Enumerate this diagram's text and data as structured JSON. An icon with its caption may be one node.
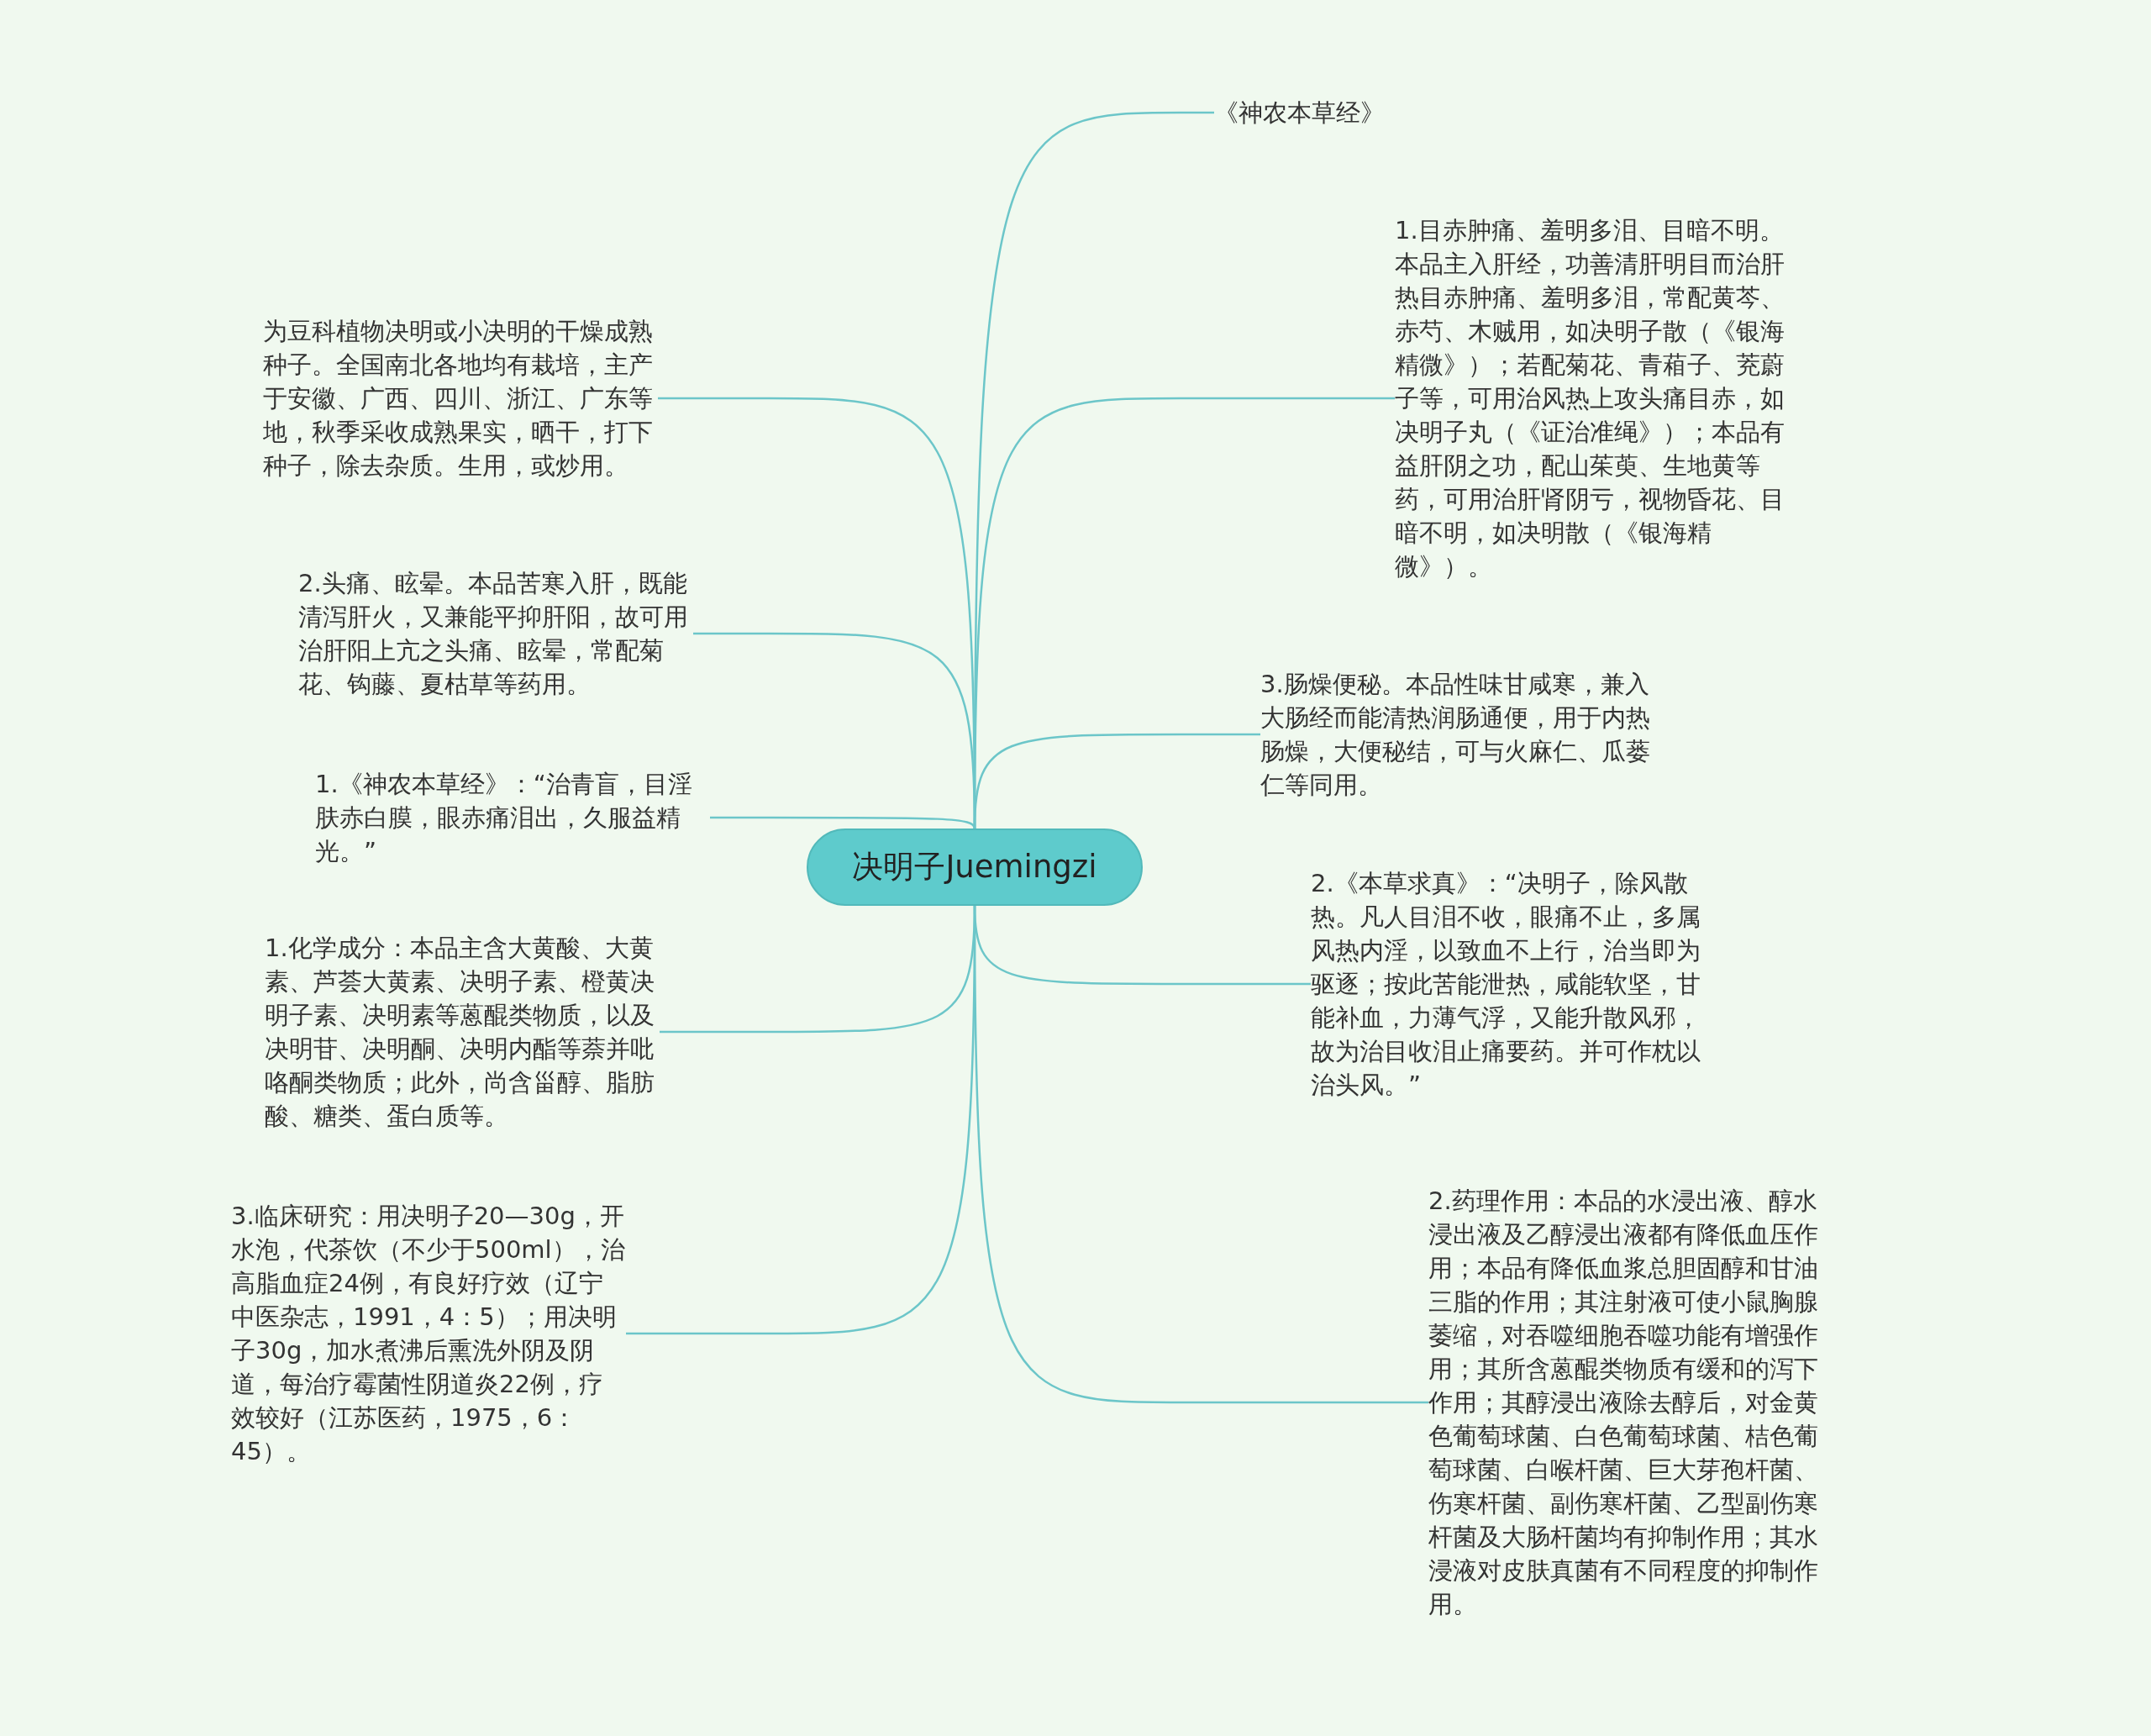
{
  "diagram": {
    "nodes": [
      {
        "text": [
          "决明子Juemingzi"
        ]
      },
      {
        "text": [
          "《神农本草经》"
        ]
      },
      {
        "text": [
          "1.目赤肿痛、羞明多泪、目暗不明。本品主入肝经，功善清肝明目而治肝热目赤肿痛、羞明多泪，常配黄芩、赤芍、木贼用，如决明子散（《银海精微》）；若配菊花、青葙子、茺蔚子等，可用治风热上攻头痛目赤，如决明子丸（《证治准绳》）；本品有益肝阴之功，配山茱萸、生地黄等药，可用治肝肾阴亏，视物昏花、目暗不明，如决明散（《银海精微》）。"
        ]
      },
      {
        "text": [
          "3.肠燥便秘。本品性味甘咸寒，兼入大肠经而能清热润肠通便，用于内热肠燥，大便秘结，可与火麻仁、瓜蒌仁等同用。"
        ]
      },
      {
        "text": [
          "2.《本草求真》：“决明子，除风散热。凡人目泪不收，眼痛不止，多属风热内淫，以致血不上行，治当即为驱逐；按此苦能泄热，咸能软坚，甘能补血，力薄气浮，又能升散风邪，故为治目收泪止痛要药。并可作枕以治头风。”"
        ]
      },
      {
        "text": [
          "2.药理作用：本品的水浸出液、醇水浸出液及乙醇浸出液都有降低血压作用；本品有降低血浆总胆固醇和甘油三脂的作用；其注射液可使小鼠胸腺萎缩，对吞噬细胞吞噬功能有增强作用；其所含蒽醌类物质有缓和的泻下作用；其醇浸出液除去醇后，对金黄色葡萄球菌、白色葡萄球菌、桔色葡萄球菌、白喉杆菌、巨大芽孢杆菌、伤寒杆菌、副伤寒杆菌、乙型副伤寒杆菌及大肠杆菌均有抑制作用；其水浸液对皮肤真菌有不同程度的抑制作用。"
        ]
      },
      {
        "text": [
          "为豆科植物决明或小决明的干燥成熟种子。全国南北各地均有栽培，主产于安徽、广西、四川、浙江、广东等地，秋季采收成熟果实，晒干，打下种子，除去杂质。生用，或炒用。"
        ]
      },
      {
        "text": [
          "2.头痛、眩晕。本品苦寒入肝，既能清泻肝火，又兼能平抑肝阳，故可用治肝阳上亢之头痛、眩晕，常配菊花、钩藤、夏枯草等药用。"
        ]
      },
      {
        "text": [
          "1.《神农本草经》：“治青盲，目淫肤赤白膜，眼赤痛泪出，久服益精光。”"
        ]
      },
      {
        "text": [
          "1.化学成分：本品主含大黄酸、大黄素、芦荟大黄素、决明子素、橙黄决明子素、决明素等蒽醌类物质，以及决明苷、决明酮、决明内酯等萘并吡咯酮类物质；此外，尚含甾醇、脂肪酸、糖类、蛋白质等。"
        ]
      },
      {
        "text": [
          "3.临床研究：用决明子20—30g，开水泡，代茶饮（不少于500ml），治高脂血症24例，有良好疗效（辽宁中医杂志，1991，4：5）；用决明子30g，加水煮沸后熏洗外阴及阴道，每治疗霉菌性阴道炎22例，疗效较好（江苏医药，1975，6：45）。"
        ]
      }
    ],
    "edges": [
      {
        "from": 0,
        "to": 1,
        "arrow": "none"
      },
      {
        "from": 0,
        "to": 2,
        "arrow": "none"
      },
      {
        "from": 0,
        "to": 3,
        "arrow": "none"
      },
      {
        "from": 0,
        "to": 4,
        "arrow": "none"
      },
      {
        "from": 0,
        "to": 5,
        "arrow": "none"
      },
      {
        "from": 0,
        "to": 6,
        "arrow": "none"
      },
      {
        "from": 0,
        "to": 7,
        "arrow": "none"
      },
      {
        "from": 0,
        "to": 8,
        "arrow": "none"
      },
      {
        "from": 0,
        "to": 9,
        "arrow": "none"
      },
      {
        "from": 0,
        "to": 10,
        "arrow": "none"
      }
    ]
  }
}
